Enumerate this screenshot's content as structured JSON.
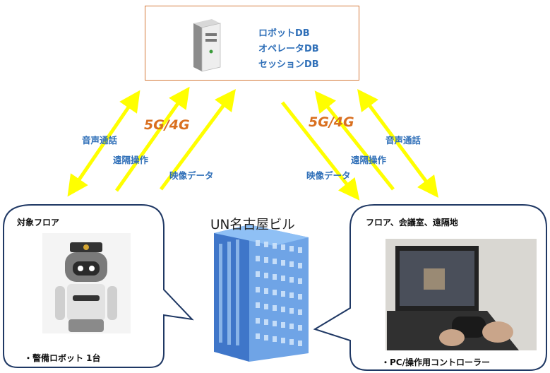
{
  "server": {
    "databases": [
      "ロボットDB",
      "オペレータDB",
      "セッションDB"
    ]
  },
  "links": {
    "left": {
      "network": "5G/4G",
      "voice": "音声通話",
      "remote": "遠隔操作",
      "video": "映像データ"
    },
    "right": {
      "network": "5G/4G",
      "voice": "音声通話",
      "remote": "遠隔操作",
      "video": "映像データ"
    }
  },
  "building": {
    "title": "UN名古屋ビル"
  },
  "left_bubble": {
    "title": "対象フロア",
    "caption": "・警備ロボット 1台"
  },
  "right_bubble": {
    "title": "フロア、会議室、遠隔地",
    "caption": "・PC/操作用コントローラー"
  },
  "colors": {
    "arrow": "#ffff00",
    "server_border": "#d5793a",
    "label_blue": "#2f6fb8",
    "network_orange": "#d96f1f",
    "bubble_border": "#1f3864"
  }
}
